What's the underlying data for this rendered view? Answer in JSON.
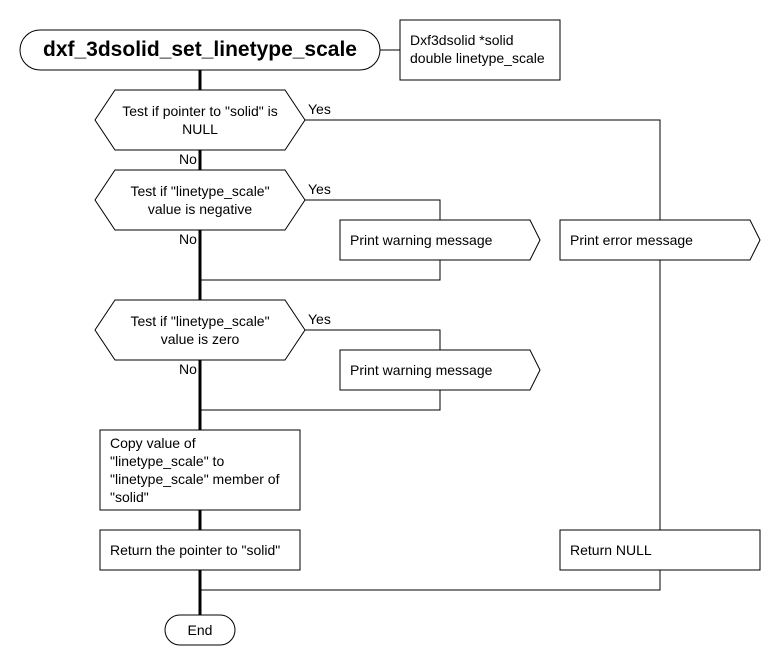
{
  "title": "dxf_3dsolid_set_linetype_scale",
  "params": {
    "line1": "Dxf3dsolid *solid",
    "line2": "double linetype_scale"
  },
  "decisions": [
    {
      "text": "Test if pointer to \"solid\" is NULL",
      "yes": "Yes",
      "no": "No"
    },
    {
      "text": "Test if \"linetype_scale\" value is negative",
      "yes": "Yes",
      "no": "No"
    },
    {
      "text": "Test if \"linetype_scale\" value is zero",
      "yes": "Yes",
      "no": "No"
    }
  ],
  "outputs": {
    "warning_negative": "Print warning message",
    "error_null": "Print error message",
    "warning_zero": "Print warning message"
  },
  "processes": {
    "copy_value": "Copy value of \"linetype_scale\" to \"linetype_scale\" member of \"solid\"",
    "return_pointer": "Return the pointer to \"solid\"",
    "return_null": "Return NULL"
  },
  "end": "End",
  "colors": {
    "stroke": "#000000",
    "fill": "#ffffff"
  }
}
